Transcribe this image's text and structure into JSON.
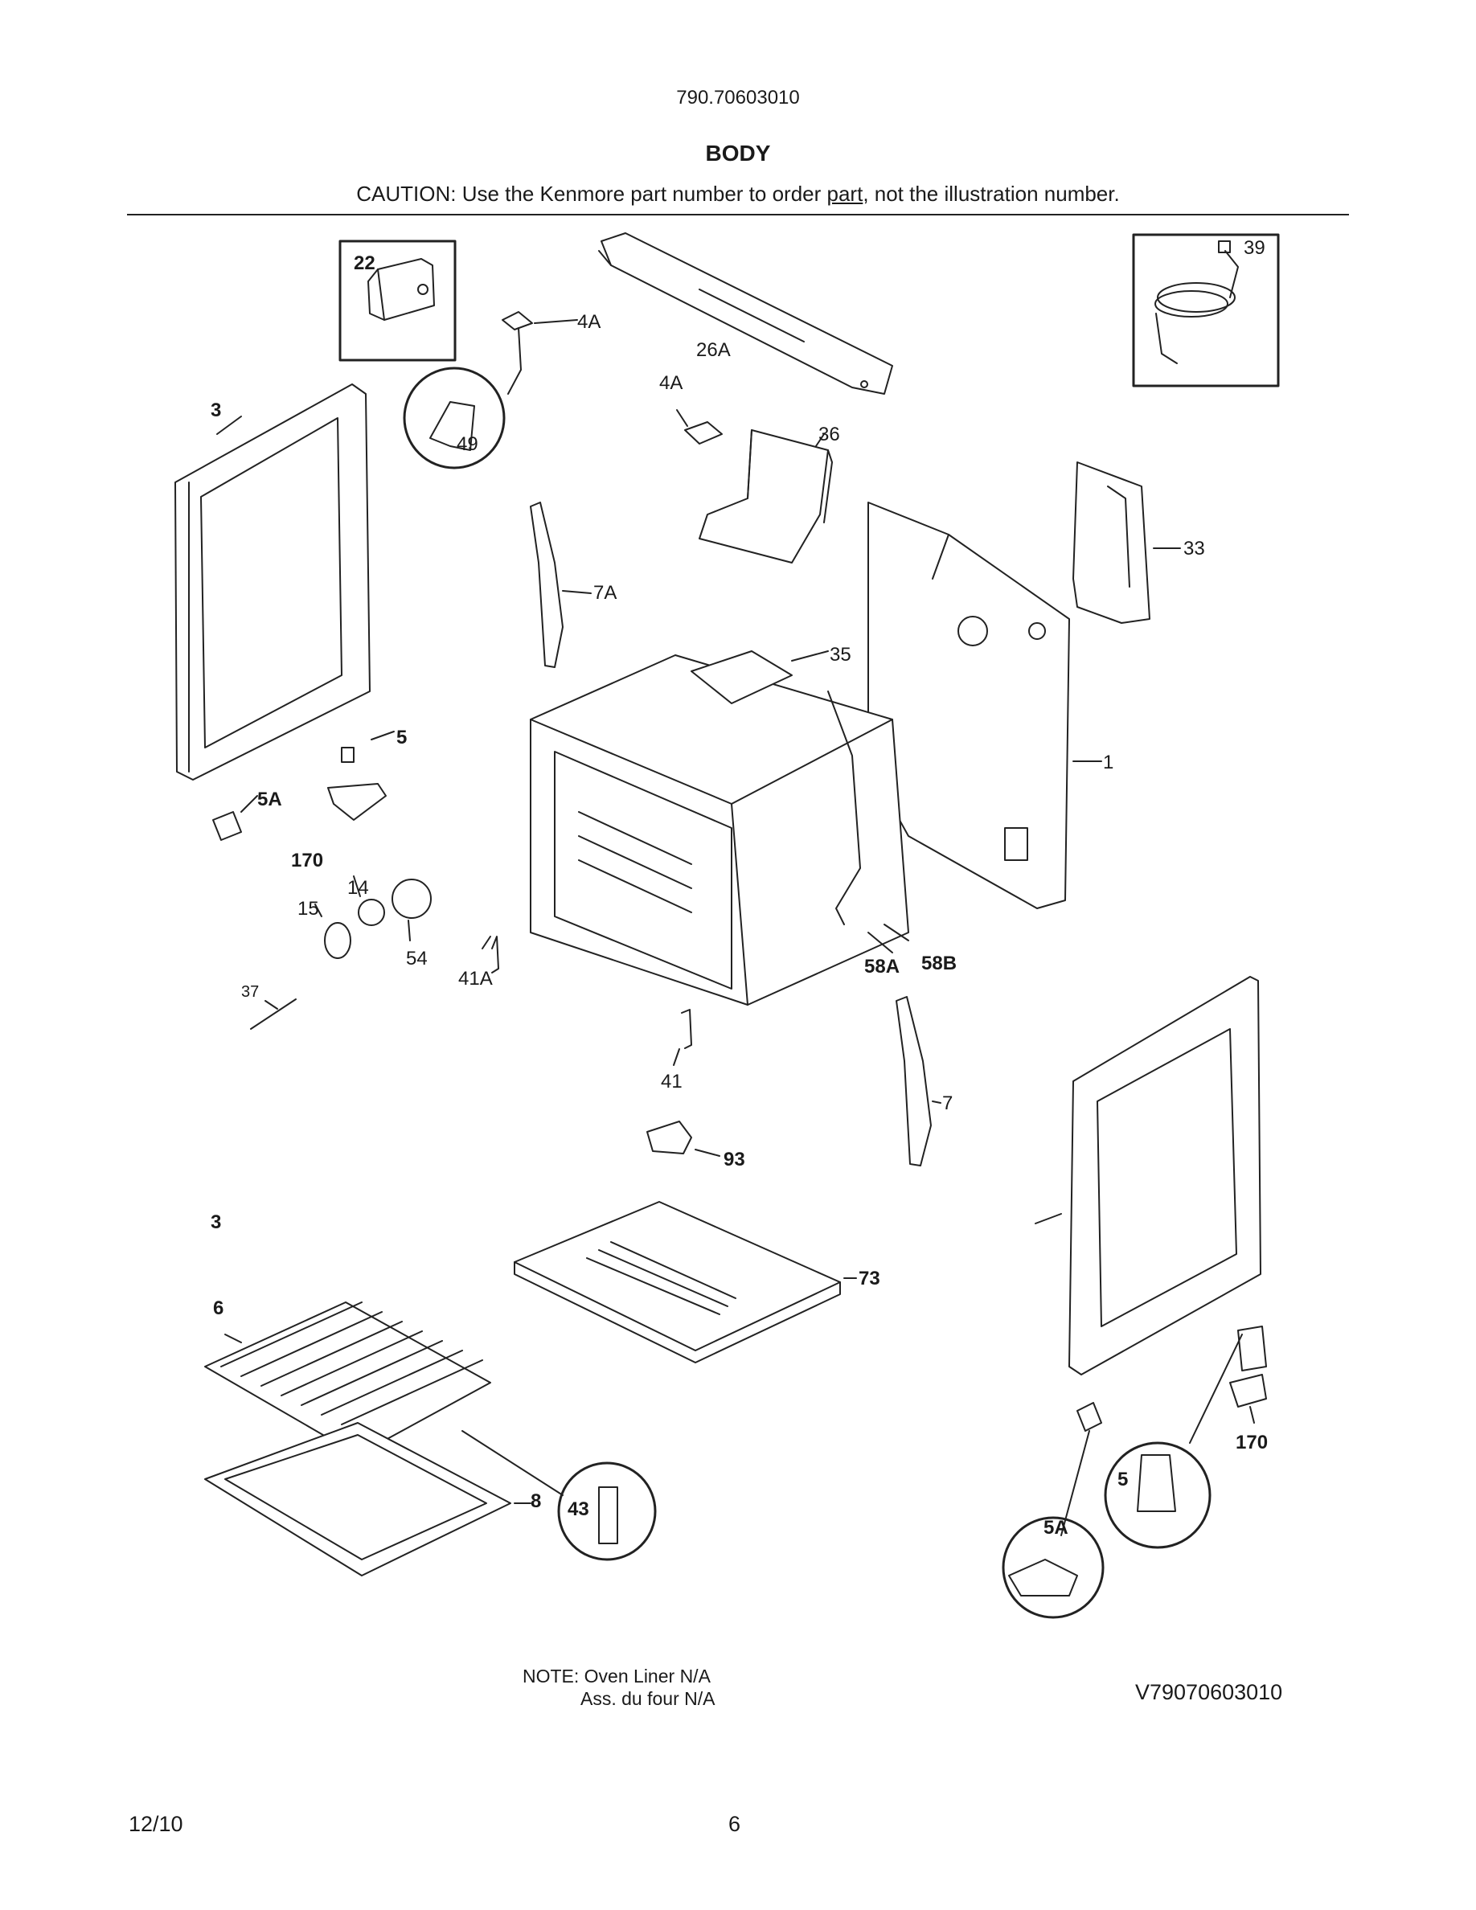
{
  "header": {
    "model_number": "790.70603010",
    "section_title": "BODY",
    "caution_prefix": "CAUTION: Use the Kenmore part number to order ",
    "caution_link": "part",
    "caution_suffix": ", not the illustration number."
  },
  "callouts": {
    "door_left": "3",
    "door_right": "3",
    "p22": "22",
    "p4a_top": "4A",
    "p4a_mid": "4A",
    "p26a": "26A",
    "p39": "39",
    "p49": "49",
    "p36": "36",
    "p33": "33",
    "p7a": "7A",
    "p35": "35",
    "p1": "1",
    "p5_left": "5",
    "p5a_left": "5A",
    "p170_left": "170",
    "p14": "14",
    "p15": "15",
    "p54": "54",
    "p41a": "41A",
    "p37": "37",
    "p58a": "58A",
    "p58b": "58B",
    "p41": "41",
    "p7": "7",
    "p93": "93",
    "p73": "73",
    "p6": "6",
    "p8": "8",
    "p43": "43",
    "p170_right": "170",
    "p5_right": "5",
    "p5a_right": "5A"
  },
  "footer": {
    "note_line1": "NOTE: Oven Liner N/A",
    "note_line2": "Ass. du four N/A",
    "drawing_id": "V79070603010",
    "date": "12/10",
    "page_number": "6"
  }
}
